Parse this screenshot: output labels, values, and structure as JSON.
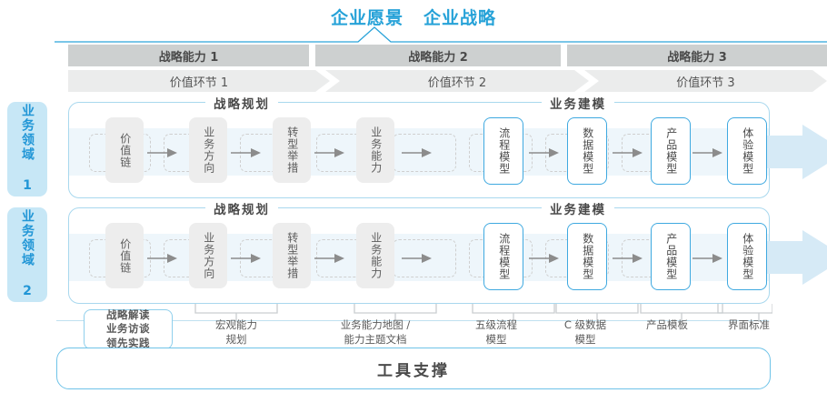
{
  "title": {
    "vision": "企业愿景",
    "strategy": "企业战略",
    "accent": "#26a2d8"
  },
  "capabilities": [
    {
      "label": "战略能力 1"
    },
    {
      "label": "战略能力 2"
    },
    {
      "label": "战略能力 3"
    }
  ],
  "value_chain": [
    {
      "label": "价值环节 1"
    },
    {
      "label": "价值环节 2"
    },
    {
      "label": "价值环节 3"
    }
  ],
  "domains": [
    {
      "tag": "业务领域 1",
      "sections": {
        "left": "战略规划",
        "right": "业务建模"
      },
      "steps_left": [
        "价值链",
        "业务方向",
        "转型举措",
        "业务能力"
      ],
      "steps_right": [
        "流程模型",
        "数据模型",
        "产品模型",
        "体验模型"
      ]
    },
    {
      "tag": "业务领域 2",
      "sections": {
        "left": "战略规划",
        "right": "业务建模"
      },
      "steps_left": [
        "价值链",
        "业务方向",
        "转型举措",
        "业务能力"
      ],
      "steps_right": [
        "流程模型",
        "数据模型",
        "产品模型",
        "体验模型"
      ]
    }
  ],
  "footnotes": {
    "boxed": "战略解读\n业务访谈\n领先实践",
    "items": [
      {
        "label": "宏观能力\n规划"
      },
      {
        "label": "业务能力地图 /\n能力主题文档"
      },
      {
        "label": "五级流程\n模型"
      },
      {
        "label": "C 级数据\n模型"
      },
      {
        "label": "产品模板"
      },
      {
        "label": "界面标准"
      }
    ]
  },
  "tool_support": {
    "label": "工具支撑"
  },
  "colors": {
    "blue": "#3fa9e0",
    "light_blue": "#c7e7f6",
    "band": "#eef6fb",
    "cap_bar": "#cdd0d0",
    "vc_bar": "#ebecec",
    "gray_box": "#ededed"
  }
}
